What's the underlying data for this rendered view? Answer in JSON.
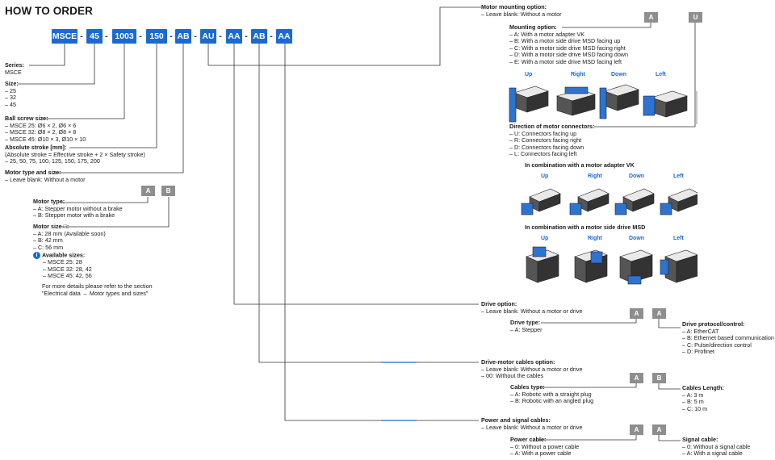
{
  "title": "HOW TO ORDER",
  "codes": [
    "MSCE",
    "45",
    "1003",
    "150",
    "AB",
    "AU",
    "AA",
    "AB",
    "AA"
  ],
  "left": {
    "series": {
      "title": "Series:",
      "lines": [
        "MSCE"
      ]
    },
    "size": {
      "title": "Size:",
      "lines": [
        "– 25",
        "– 32",
        "– 45"
      ]
    },
    "ballscrew": {
      "title": "Ball screw size:",
      "lines": [
        "– MSCE 25: Ø6 × 2, Ø6 × 6",
        "– MSCE 32: Ø8 × 2, Ø8 × 8",
        "– MSCE 45: Ø10 × 3, Ø10 × 10"
      ]
    },
    "stroke": {
      "title": "Absolute stroke [mm]:",
      "lines": [
        "(Absolute stroke = Effective stroke + 2 × Safety stroke)",
        "– 25, 50, 75, 100, 125, 150, 175, 200"
      ]
    },
    "motortype": {
      "title": "Motor type and size:",
      "lines": [
        "– Leave blank: Without a motor"
      ]
    },
    "motortype2": {
      "title": "Motor type:",
      "lines": [
        "– A: Stepper motor without a brake",
        "– B: Stepper motor with a brake"
      ]
    },
    "motorsize": {
      "title": "Motor size □:",
      "lines": [
        "– A: 28 mm (Available soon)",
        "– B: 42 mm",
        "– C: 56 mm"
      ]
    },
    "available": {
      "title": "Available sizes:",
      "lines": [
        "– MSCE 25: 28",
        "– MSCE 32: 28, 42",
        "– MSCE 45: 42, 56"
      ]
    },
    "details": [
      "For more details please refer to the section",
      "\"Electrical data → Motor types and sizes\""
    ],
    "boxes": [
      "A",
      "B"
    ]
  },
  "right": {
    "mounting": {
      "title": "Motor mounting option:",
      "lines": [
        "– Leave blank: Without a motor"
      ]
    },
    "mountopt": {
      "title": "Mounting option:",
      "lines": [
        "– A: With a motor adapter VK",
        "– B: With a motor side drive MSD facing up",
        "– C: With a motor side drive MSD facing right",
        "– D: With a motor side drive MSD facing down",
        "– E: With a motor side drive MSD facing left"
      ]
    },
    "mountboxes": [
      "A",
      "U"
    ],
    "directions": [
      "Up",
      "Right",
      "Down",
      "Left"
    ],
    "connectors": {
      "title": "Direction of motor connectors:",
      "lines": [
        "– U: Connectors facing up",
        "– R: Connectors facing right",
        "– D: Connectors facing down",
        "– L: Connectors facing left"
      ]
    },
    "combo_vk": "In combination with a motor adapter VK",
    "combo_msd": "In combination with a motor side drive MSD",
    "drive": {
      "title": "Drive option:",
      "lines": [
        "– Leave blank: Without a motor or drive"
      ]
    },
    "drivetype": {
      "title": "Drive type:",
      "lines": [
        "– A: Stepper"
      ]
    },
    "protocol": {
      "title": "Drive protocol/control:",
      "lines": [
        "– A: EtherCAT",
        "– B: Ethernet based communication",
        "– C: Pulse/direction control",
        "– D: Profinet"
      ]
    },
    "driveboxes": [
      "A",
      "A"
    ],
    "cables": {
      "title": "Drive-motor cables option:",
      "lines": [
        "– Leave blank: Without a motor or drive",
        "– 00: Without the cables"
      ]
    },
    "cabletype": {
      "title": "Cables type:",
      "lines": [
        "– A: Robotic with a straight plug",
        "– B: Robotic with an angled plug"
      ]
    },
    "cablelen": {
      "title": "Cables Length:",
      "lines": [
        "– A: 3 m",
        "– B: 5 m",
        "– C: 10 m"
      ]
    },
    "cableboxes": [
      "A",
      "B"
    ],
    "power": {
      "title": "Power and signal cables:",
      "lines": [
        "– Leave blank: Without a motor or drive"
      ]
    },
    "powercable": {
      "title": "Power cable:",
      "lines": [
        "– 0: Without a power cable",
        "– A: With a power cable"
      ]
    },
    "signalcable": {
      "title": "Signal cable:",
      "lines": [
        "– 0: Without a signal cable",
        "– A: With a signal cable"
      ]
    },
    "powerboxes": [
      "A",
      "A"
    ]
  },
  "colors": {
    "accent": "#1a6ad4",
    "box": "#8e8e8e"
  }
}
